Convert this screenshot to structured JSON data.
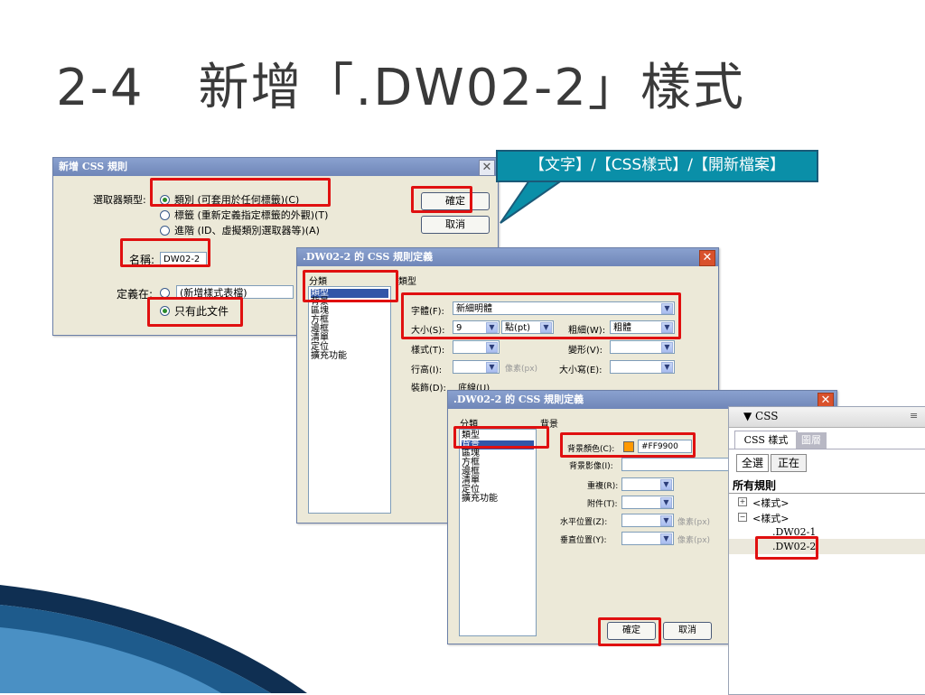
{
  "slide": {
    "title_num": "2-4",
    "title_text": "新增「.DW02-2」樣式"
  },
  "callout": {
    "text": "【文字】/【CSS樣式】/【開新檔案】"
  },
  "dialog_new": {
    "title": "新增 CSS 規則",
    "selector_type_label": "選取器類型:",
    "option_class": "類別 (可套用於任何標籤)(C)",
    "option_tag": "標籤 (重新定義指定標籤的外觀)(T)",
    "option_advanced": "進階 (ID、虛擬類別選取器等)(A)",
    "name_label": "名稱:",
    "name_value": "DW02-2",
    "define_in_label": "定義在:",
    "define_new_sheet": "(新增樣式表檔)",
    "define_this_doc": "只有此文件",
    "ok": "確定",
    "cancel": "取消"
  },
  "dialog_type": {
    "title": ".DW02-2 的 CSS 規則定義",
    "category_header": "分類",
    "section_header": "類型",
    "categories": [
      "類型",
      "背景",
      "區塊",
      "方框",
      "邊框",
      "清單",
      "定位",
      "擴充功能"
    ],
    "font_label": "字體(F):",
    "font_value": "新細明體",
    "size_label": "大小(S):",
    "size_value": "9",
    "size_unit": "點(pt)",
    "weight_label": "粗細(W):",
    "weight_value": "粗體",
    "style_label": "樣式(T):",
    "variant_label": "變形(V):",
    "lineheight_label": "行高(I):",
    "lineheight_unit": "像素(px)",
    "case_label": "大小寫(E):",
    "decoration_label": "裝飾(D):",
    "decoration_value": "底線(U)"
  },
  "dialog_bg": {
    "title": ".DW02-2 的 CSS 規則定義",
    "category_header": "分類",
    "section_header": "背景",
    "categories": [
      "類型",
      "背景",
      "區塊",
      "方框",
      "邊框",
      "清單",
      "定位",
      "擴充功能"
    ],
    "bgcolor_label": "背景顏色(C):",
    "bgcolor_value": "#FF9900",
    "bgcolor_hex": "#FF9900",
    "bgimage_label": "背景影像(I):",
    "repeat_label": "重複(R):",
    "attachment_label": "附件(T):",
    "hpos_label": "水平位置(Z):",
    "vpos_label": "垂直位置(Y):",
    "unit": "像素(px)",
    "ok": "確定",
    "cancel": "取消"
  },
  "css_panel": {
    "title": "▼ CSS",
    "tab_styles": "CSS 樣式",
    "tab_layers": "圖層",
    "btn_all": "全選",
    "btn_current": "正在",
    "rules_header": "所有規則",
    "items": [
      "<樣式>",
      "<樣式>",
      ".DW02-1",
      ".DW02-2"
    ]
  },
  "colors": {
    "highlight": "#e01010",
    "callout": "#0a8fa8",
    "swatch": "#FF9900",
    "selection": "#3156a8"
  }
}
